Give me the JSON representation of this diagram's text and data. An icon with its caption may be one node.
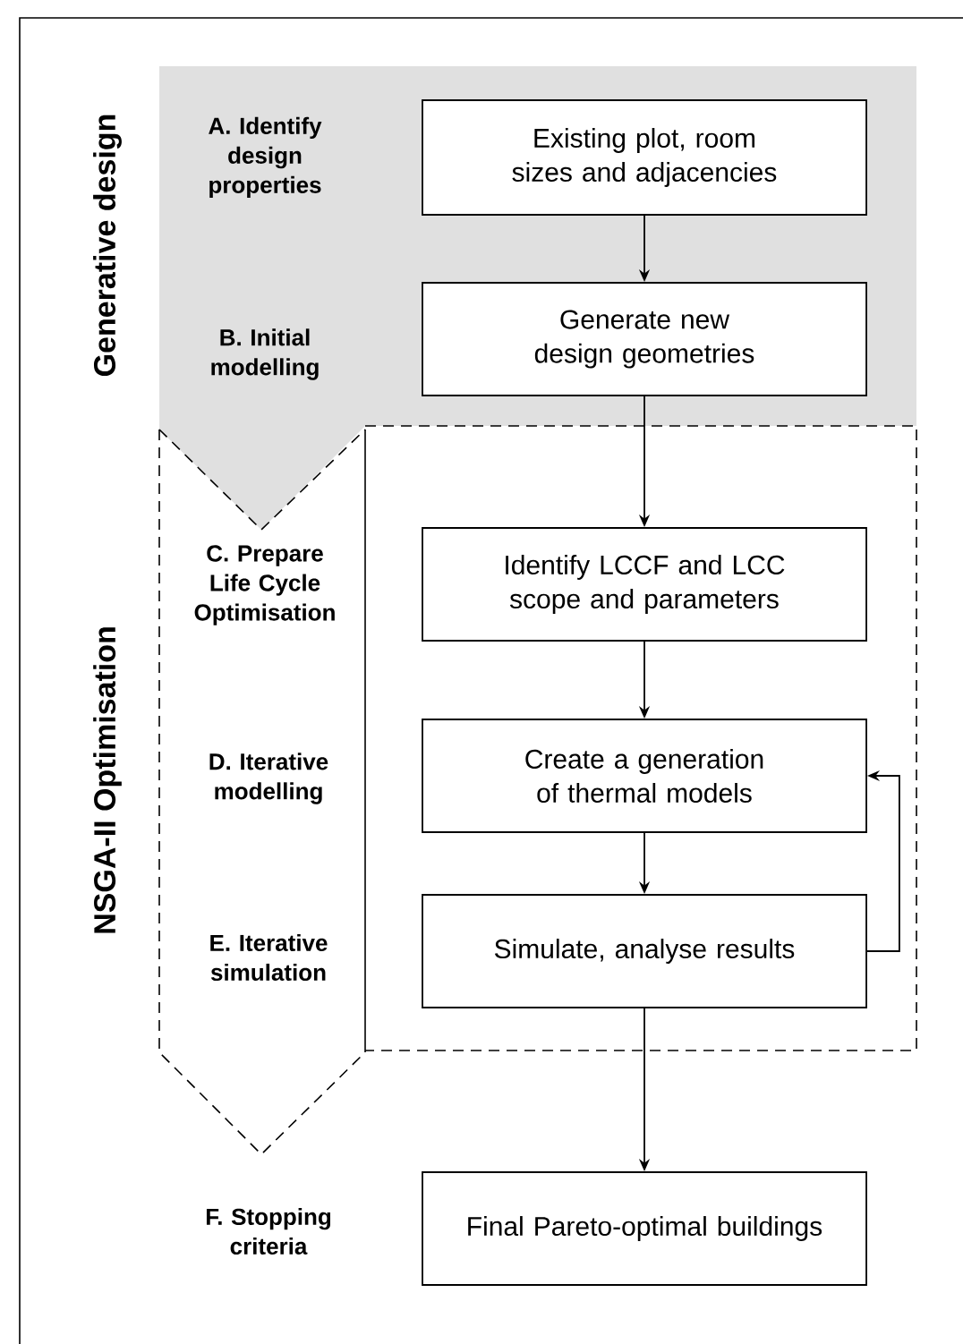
{
  "diagram": {
    "nodes": [
      {
        "text": [
          "Generative design",
          "A. Identify design properties",
          "B. Initial modelling"
        ]
      },
      {
        "text": [
          "Existing plot, room sizes and adjacencies"
        ],
        "in": 0
      },
      {
        "text": [
          "Generate new design geometries"
        ],
        "in": 0
      },
      {
        "text": [
          "NSGA-II Optimisation",
          "C. Prepare Life Cycle Optimisation",
          "D. Iterative modelling",
          "E. Iterative simulation"
        ]
      },
      {
        "text": [
          "Identify LCCF and LCC scope and parameters"
        ],
        "in": 3
      },
      {
        "text": [
          "Create a generation of thermal models"
        ],
        "in": 3
      },
      {
        "text": [
          "Simulate, analyse results"
        ],
        "in": 3
      },
      {
        "text": [
          "Final Pareto-optimal buildings"
        ]
      }
    ],
    "edges": [
      {
        "from": 1,
        "to": 2,
        "arrow": "to"
      },
      {
        "from": 2,
        "to": 4,
        "arrow": "to"
      },
      {
        "from": 4,
        "to": 5,
        "arrow": "to"
      },
      {
        "from": 5,
        "to": 6,
        "arrow": "to"
      },
      {
        "from": 6,
        "to": 5,
        "arrow": "to"
      },
      {
        "from": 6,
        "to": 7,
        "arrow": "to"
      }
    ],
    "labels": [
      "F. Stopping criteria"
    ]
  }
}
